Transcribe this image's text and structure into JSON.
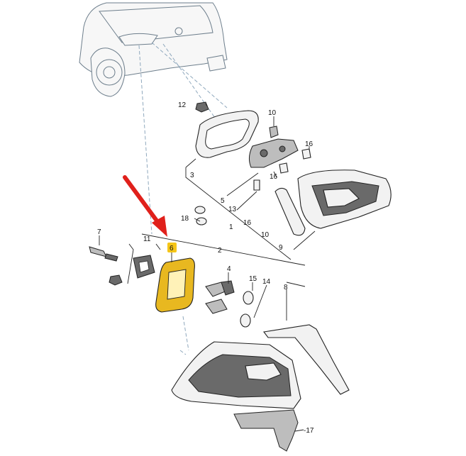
{
  "diagram": {
    "callouts": [
      {
        "id": "1",
        "text": "1"
      },
      {
        "id": "2",
        "text": "2"
      },
      {
        "id": "3",
        "text": "3"
      },
      {
        "id": "4",
        "text": "4"
      },
      {
        "id": "5",
        "text": "5"
      },
      {
        "id": "6",
        "text": "6",
        "highlighted": true
      },
      {
        "id": "7",
        "text": "7"
      },
      {
        "id": "8",
        "text": "8"
      },
      {
        "id": "9",
        "text": "9"
      },
      {
        "id": "10a",
        "text": "10"
      },
      {
        "id": "10b",
        "text": "10"
      },
      {
        "id": "11",
        "text": "11"
      },
      {
        "id": "12",
        "text": "12"
      },
      {
        "id": "13",
        "text": "13"
      },
      {
        "id": "14",
        "text": "14"
      },
      {
        "id": "15",
        "text": "15"
      },
      {
        "id": "16a",
        "text": "16"
      },
      {
        "id": "16b",
        "text": "16"
      },
      {
        "id": "16c",
        "text": "16"
      },
      {
        "id": "17",
        "text": "-17"
      },
      {
        "id": "18",
        "text": "18"
      }
    ]
  },
  "colors": {
    "highlight_fill": "#f5c518",
    "highlight_part": "#e8b820",
    "pointer_arrow": "#e0201b",
    "outline": "#222222",
    "car_outline": "#6d7e8c"
  },
  "icons": [
    "red-pointer-arrow",
    "car-rear-view",
    "tail-light-housing"
  ]
}
